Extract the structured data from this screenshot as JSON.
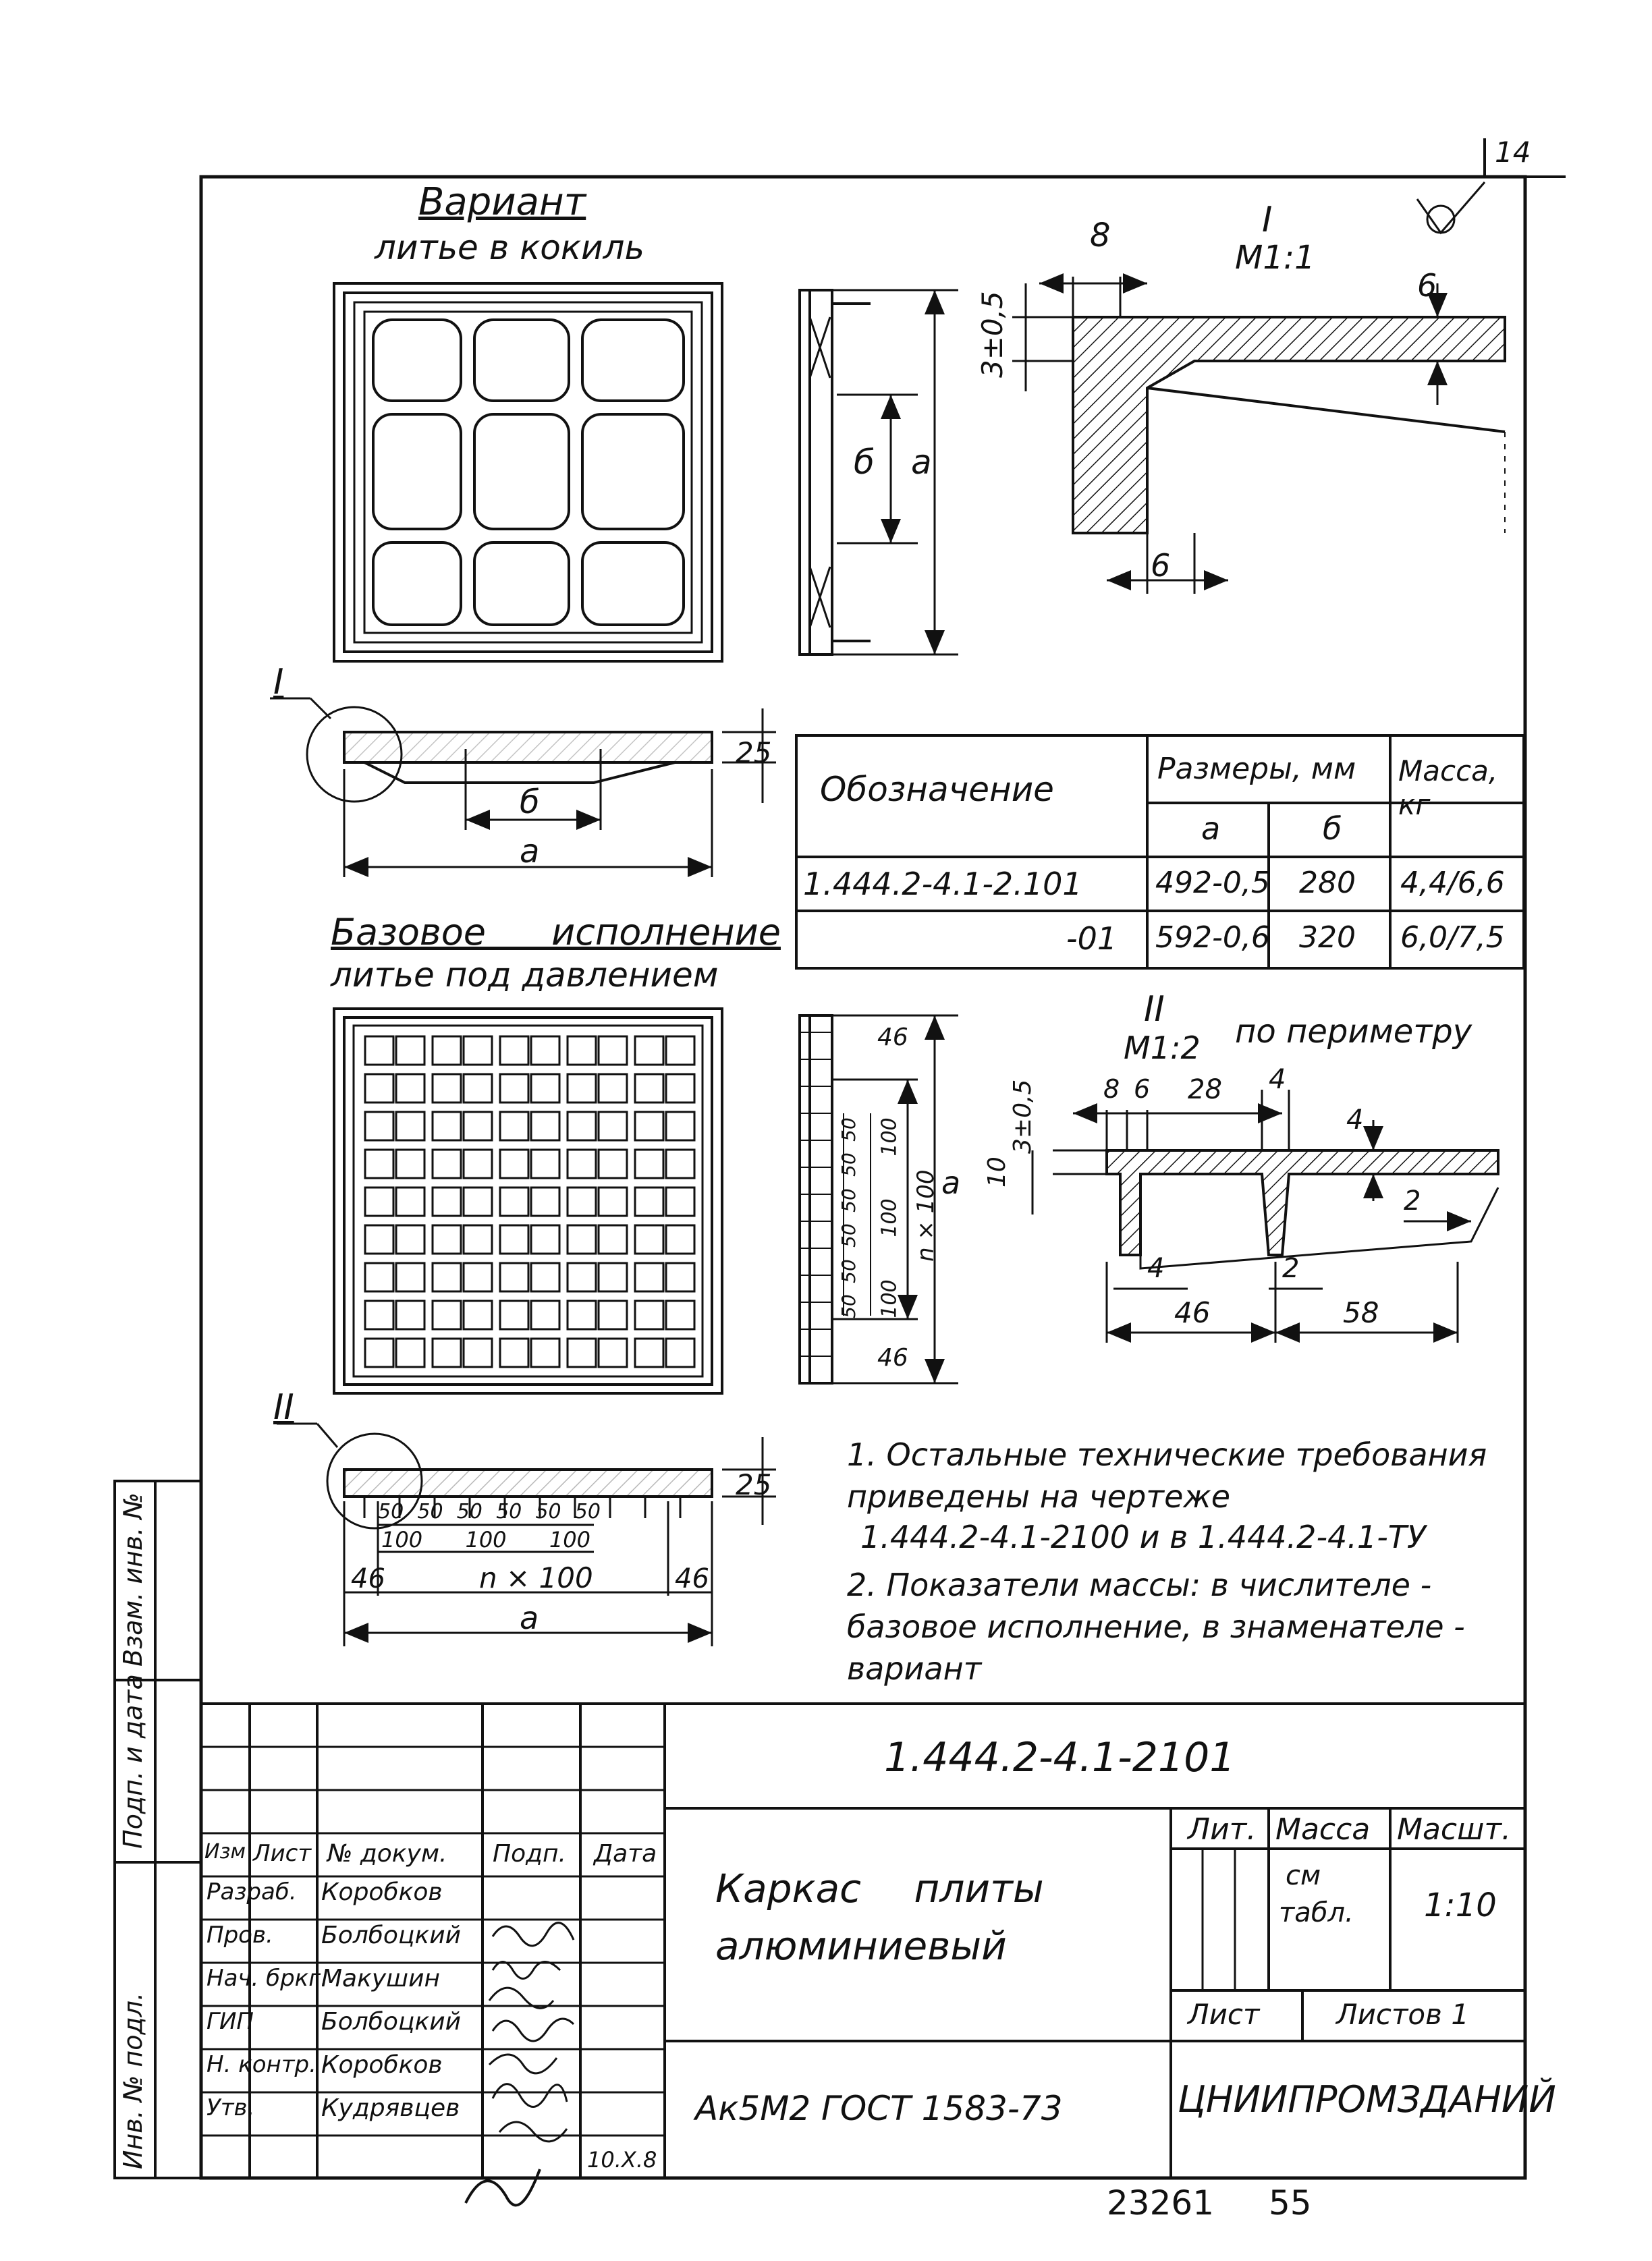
{
  "sheet_corner": "14",
  "variant": {
    "title": "Вариант",
    "subtitle": "литье в кокиль",
    "dim_a": "a",
    "dim_b": "б",
    "detail_mark": "I",
    "height": "25"
  },
  "detail_I": {
    "mark": "I",
    "scale": "М1:1",
    "dim_top": "8",
    "dim_left": "3±0,5",
    "dim_right": "6",
    "dim_bottom": "6"
  },
  "base": {
    "title": "Базовое исполнение",
    "subtitle": "литье под давлением",
    "dim_top": "46",
    "dim_bottom": "46",
    "dim_a": "a",
    "dim_n": "n × 100",
    "dims_50": [
      "50",
      "50",
      "50",
      "50",
      "50",
      "50"
    ],
    "dims_100": [
      "100",
      "100",
      "100"
    ],
    "detail_mark": "II",
    "height": "25",
    "plan_50": [
      "50",
      "50",
      "50",
      "50",
      "50",
      "50"
    ],
    "plan_100": [
      "100",
      "100",
      "100"
    ],
    "plan_46_left": "46",
    "plan_46_right": "46",
    "plan_n": "n × 100",
    "plan_a": "a"
  },
  "detail_II": {
    "mark": "II",
    "scale": "М1:2",
    "note": "по периметру",
    "d_3": "3±0,5",
    "d_10": "10",
    "d_8": "8",
    "d_6": "6",
    "d_28": "28",
    "d_4a": "4",
    "d_4b": "4",
    "d_2a": "2",
    "d_4c": "4",
    "d_2b": "2",
    "d_46": "46",
    "d_58": "58"
  },
  "spec_table": {
    "h_designation": "Обозначение",
    "h_sizes": "Размеры, мм",
    "h_mass": "Масса, кг",
    "h_a": "a",
    "h_b": "б",
    "rows": [
      {
        "designation": "1.444.2-4.1-2.101",
        "a": "492-0,5",
        "b": "280",
        "mass": "4,4/6,6"
      },
      {
        "designation": "-01",
        "a": "592-0,6",
        "b": "320",
        "mass": "6,0/7,5"
      }
    ]
  },
  "notes": [
    "1. Остальные технические требования приведены на чертеже",
    "1.444.2-4.1-2100 и в 1.444.2-4.1-ТУ",
    "2. Показатели массы: в числителе - базовое исполнение, в знаменателе - вариант"
  ],
  "side_labels": [
    "Взам. инв. №",
    "Подп. и дата",
    "Инв. № подл."
  ],
  "title_block": {
    "doc_number": "1.444.2-4.1-2101",
    "name_line1": "Каркас плиты",
    "name_line2": "алюминиевый",
    "material": "Ак5М2 ГОСТ 1583-73",
    "org": "ЦНИИПРОМЗДАНИЙ",
    "lit": "Лит.",
    "mass_h": "Масса",
    "mass_v1": "см",
    "mass_v2": "табл.",
    "scale_h": "Масшт.",
    "scale_v": "1:10",
    "sheet": "Лист",
    "sheets": "Листов 1",
    "h_izm": "Изм",
    "h_list": "Лист",
    "h_doc": "№ докум.",
    "h_sign": "Подп.",
    "h_date": "Дата",
    "roles": [
      {
        "role": "Разраб.",
        "name": "Коробков"
      },
      {
        "role": "Пров.",
        "name": "Болбоцкий"
      },
      {
        "role": "Нач. бркг.",
        "name": "Макушин"
      },
      {
        "role": "ГИП",
        "name": "Болбоцкий"
      },
      {
        "role": "Н. контр.",
        "name": "Коробков"
      },
      {
        "role": "Утв.",
        "name": "Кудрявцев"
      }
    ],
    "date": "10.X.8"
  },
  "footer": {
    "left": "23261",
    "right": "55"
  }
}
